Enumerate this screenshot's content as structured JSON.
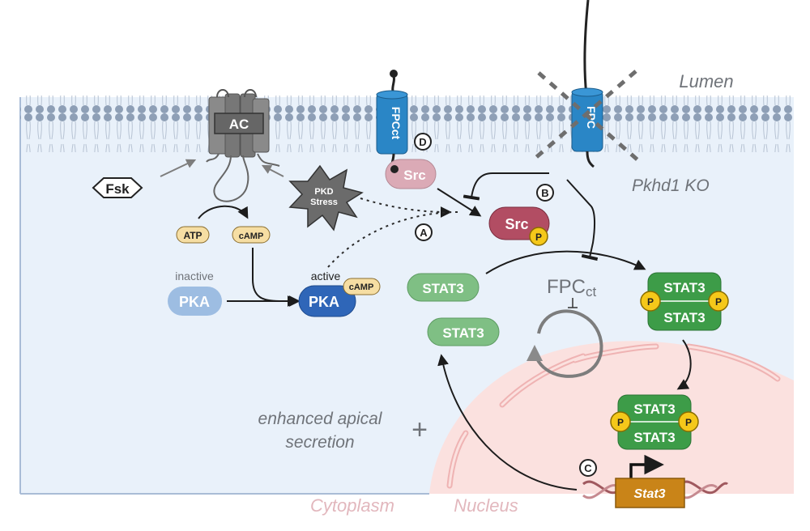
{
  "regions": {
    "lumen": "Lumen",
    "cytoplasm": "Cytoplasm",
    "nucleus": "Nucleus"
  },
  "colors": {
    "cytoplasm_bg": "#e9f1fa",
    "nucleus_bg": "#fbe1df",
    "membrane_head": "#8e9fb6",
    "fpc_blue": "#2a86c6",
    "src_inactive": "#dbaab6",
    "src_active": "#b24d63",
    "stat3_inactive": "#7fbf84",
    "stat3_active": "#3d9c48",
    "pka_inactive": "#9dbde2",
    "pka_active": "#2f66b8",
    "cofactor_bg": "#f6dea3",
    "phospho": "#f5c81a",
    "gene_box": "#c98418",
    "ac_grey": "#7a7a7a"
  },
  "membrane": {
    "adenylyl_cyclase": "AC",
    "fpc_ct": "FPCct",
    "fpc": "FPC",
    "knockout_label": "Pkhd1 KO"
  },
  "molecules": {
    "fsk": "Fsk",
    "pkd_stress_line1": "PKD",
    "pkd_stress_line2": "Stress",
    "atp": "ATP",
    "camp": "cAMP",
    "pka_inactive_state": "inactive",
    "pka_active_state": "active",
    "pka": "PKA",
    "pka_cofactor": "cAMP",
    "src": "Src",
    "src_phospho": "Src",
    "phospho": "P",
    "stat3": "STAT3",
    "fpcct_inhibitor_main": "FPC",
    "fpcct_inhibitor_sub": "ct",
    "stat3_gene": "Stat3"
  },
  "markers": {
    "a": "A",
    "b": "B",
    "c": "C",
    "d": "D"
  },
  "annotations": {
    "secretion_line1": "enhanced apical",
    "secretion_line2": "secretion",
    "plus": "+"
  }
}
